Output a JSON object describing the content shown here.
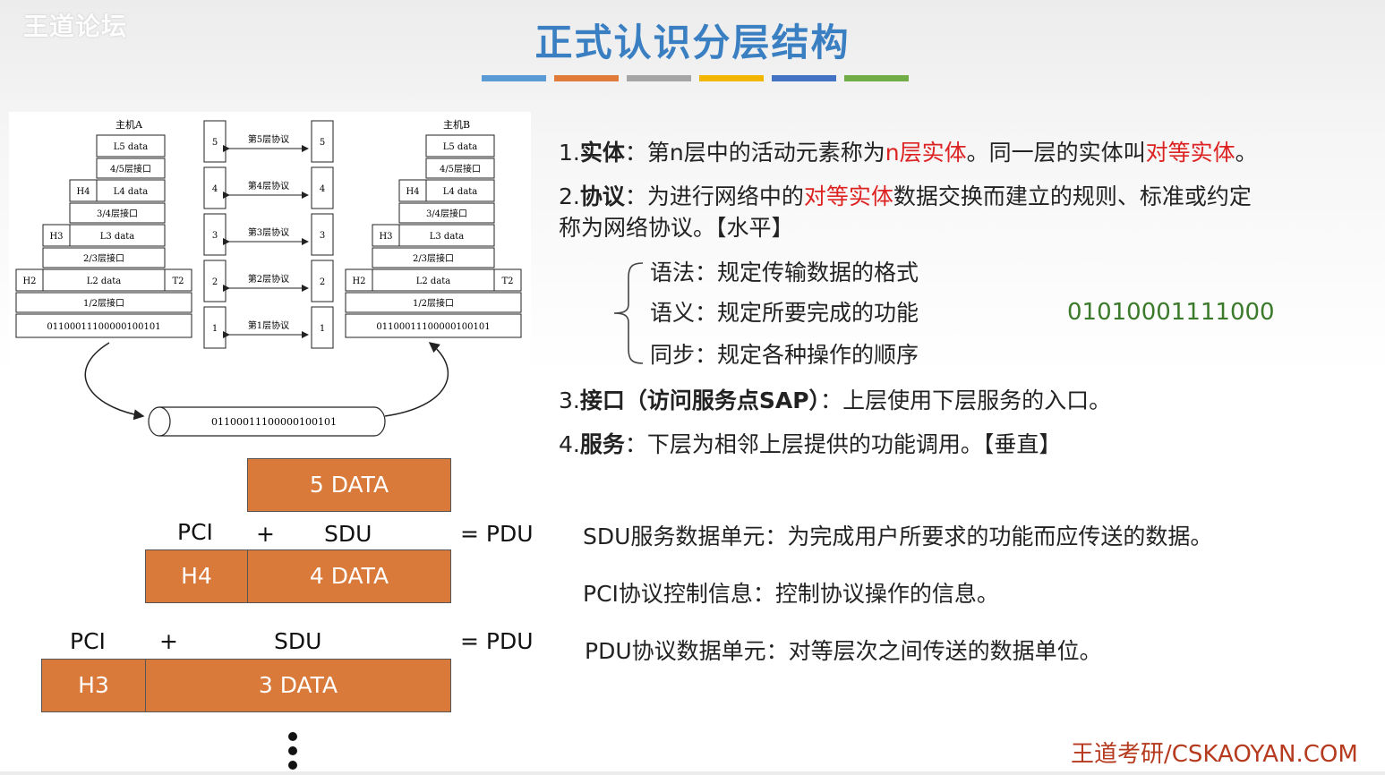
{
  "watermark": "王道论坛",
  "title": "正式认识分层结构",
  "colorbar": [
    "#5b9bd5",
    "#e07b39",
    "#a5a5a5",
    "#f2b600",
    "#4472c4",
    "#70ad47"
  ],
  "diagram": {
    "host_a": "主机A",
    "host_b": "主机B",
    "rows": [
      {
        "head": "",
        "label": "L5 data",
        "tail": ""
      },
      {
        "head": "",
        "label": "4/5层接口",
        "tail": ""
      },
      {
        "head": "H4",
        "label": "L4 data",
        "tail": ""
      },
      {
        "head": "",
        "label": "3/4层接口",
        "tail": ""
      },
      {
        "head": "H3",
        "label": "L3 data",
        "tail": ""
      },
      {
        "head": "",
        "label": "2/3层接口",
        "tail": ""
      },
      {
        "head": "H2",
        "label": "L2 data",
        "tail": "T2"
      },
      {
        "head": "",
        "label": "1/2层接口",
        "tail": ""
      },
      {
        "head": "",
        "label": "01100011100000100101",
        "tail": ""
      }
    ],
    "protocols": [
      {
        "n": "5",
        "label": "第5层协议"
      },
      {
        "n": "4",
        "label": "第4层协议"
      },
      {
        "n": "3",
        "label": "第3层协议"
      },
      {
        "n": "2",
        "label": "第2层协议"
      },
      {
        "n": "1",
        "label": "第1层协议"
      }
    ],
    "pipe_bits": "01100011100000100101"
  },
  "points": {
    "p1_num": "1.",
    "p1_term": "实体",
    "p1_colon": "：",
    "p1_a": "第n层中的活动元素称为",
    "p1_b": "n层实体",
    "p1_c": "。同一层的实体叫",
    "p1_d": "对等实体",
    "p1_e": "。",
    "p2_num": "2.",
    "p2_term": "协议",
    "p2_colon": "：",
    "p2_a": "为进行网络中的",
    "p2_b": "对等实体",
    "p2_c": "数据交换而建立的规则、标准或约定",
    "p2_line2": "称为网络协议。【水平】",
    "sub1": "语法：规定传输数据的格式",
    "sub2": "语义：规定所要完成的功能",
    "sub3": "同步：规定各种操作的顺序",
    "binary": "01010001111000",
    "p3_num": "3.",
    "p3_term": "接口（访问服务点SAP）",
    "p3_colon": "：",
    "p3_text": "上层使用下层服务的入口。",
    "p4_num": "4.",
    "p4_term": "服务",
    "p4_colon": "：",
    "p4_text": "下层为相邻上层提供的功能调用。【垂直】"
  },
  "pdu": {
    "box5": "5 DATA",
    "pci": "PCI",
    "plus": "+",
    "sdu": "SDU",
    "eq_pdu": "= PDU",
    "h4": "H4",
    "box4": "4 DATA",
    "h3": "H3",
    "box3": "3 DATA"
  },
  "definitions": {
    "sdu": "SDU服务数据单元：为完成用户所要求的功能而应传送的数据。",
    "pci": "PCI协议控制信息：控制协议操作的信息。",
    "pdu": "PDU协议数据单元：对等层次之间传送的数据单位。"
  },
  "footer": "王道考研/CSKAOYAN.COM"
}
